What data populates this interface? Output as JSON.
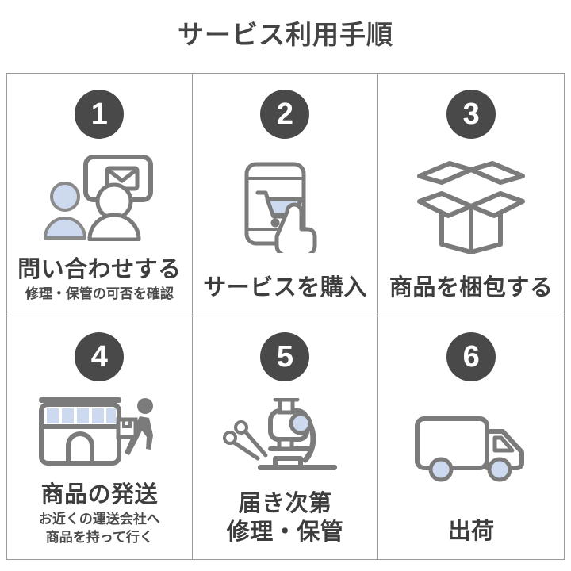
{
  "title": "サービス利用手順",
  "colors": {
    "badge_bg": "#494949",
    "badge_text": "#ffffff",
    "icon_stroke": "#7b7b7b",
    "icon_accent": "#ccd9ee",
    "border": "#9a9a9a",
    "text": "#3d3d3d",
    "background": "#ffffff"
  },
  "steps": [
    {
      "number": "1",
      "icon": "contact-people-message-icon",
      "label_main_lines": [
        "問い合わせする"
      ],
      "label_sub_lines": [
        "修理・保管の可否を確認"
      ]
    },
    {
      "number": "2",
      "icon": "smartphone-cart-tap-icon",
      "label_main_lines": [
        "サービスを購入"
      ],
      "label_sub_lines": []
    },
    {
      "number": "3",
      "icon": "open-box-icon",
      "label_main_lines": [
        "商品を梱包する"
      ],
      "label_sub_lines": []
    },
    {
      "number": "4",
      "icon": "shop-delivery-person-icon",
      "label_main_lines": [
        "商品の発送"
      ],
      "label_sub_lines": [
        "お近くの運送会社へ",
        "商品を持って行く"
      ]
    },
    {
      "number": "5",
      "icon": "microscope-tweezers-icon",
      "label_main_lines": [
        "届き次第",
        "修理・保管"
      ],
      "label_sub_lines": []
    },
    {
      "number": "6",
      "icon": "delivery-truck-icon",
      "label_main_lines": [
        "出荷"
      ],
      "label_sub_lines": []
    }
  ]
}
